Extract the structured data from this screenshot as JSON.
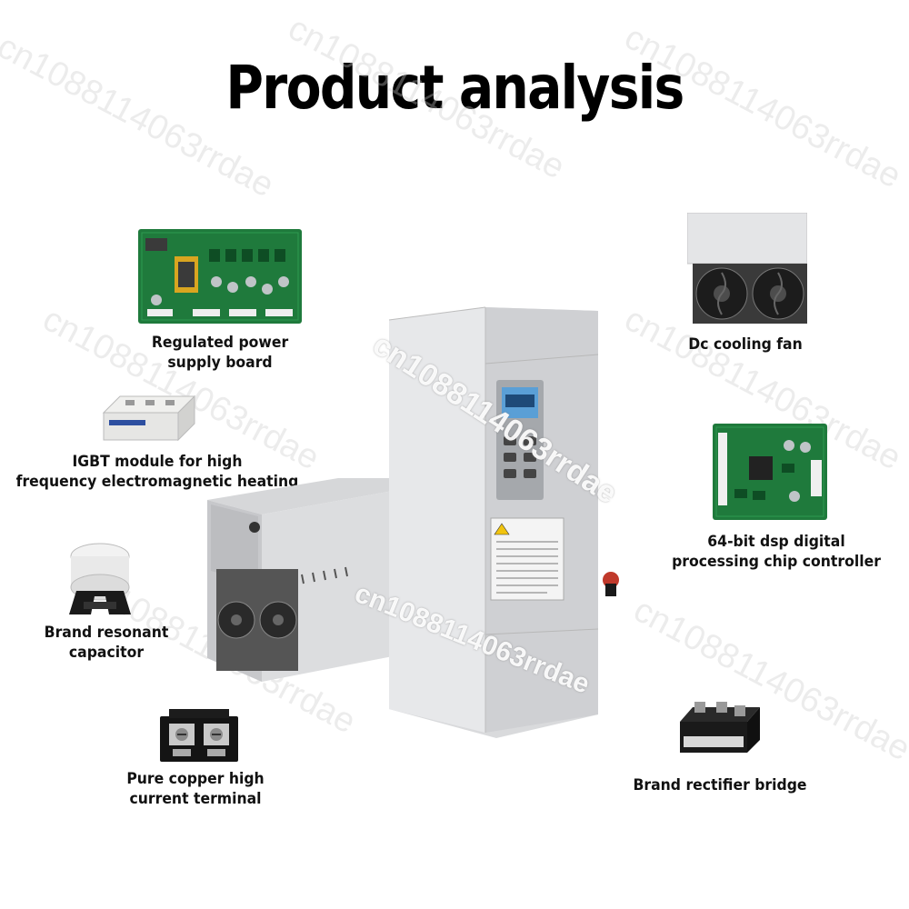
{
  "title": "Product analysis",
  "watermark": "cn1088114063rrdae",
  "components": {
    "power_board": {
      "label_line1": "Regulated power",
      "label_line2": "supply board",
      "icon": "circuit-board-icon"
    },
    "igbt": {
      "label_line1": "IGBT module for high",
      "label_line2": "frequency electromagnetic heating",
      "icon": "igbt-module-icon"
    },
    "capacitor": {
      "label_line1": "Brand resonant",
      "label_line2": "capacitor",
      "icon": "capacitor-icon"
    },
    "terminal": {
      "label_line1": "Pure copper high",
      "label_line2": "current terminal",
      "icon": "terminal-block-icon"
    },
    "fan": {
      "label_line1": "Dc cooling fan",
      "icon": "cooling-fan-icon"
    },
    "dsp": {
      "label_line1": "64-bit dsp digital",
      "label_line2": "processing chip controller",
      "icon": "controller-board-icon"
    },
    "rectifier": {
      "label_line1": "Brand rectifier bridge",
      "icon": "rectifier-bridge-icon"
    }
  },
  "colors": {
    "pcb_green": "#1f7a3c",
    "cabinet_gray": "#d9dadc",
    "panel_blue": "#5a9fd6",
    "text": "#111111"
  }
}
